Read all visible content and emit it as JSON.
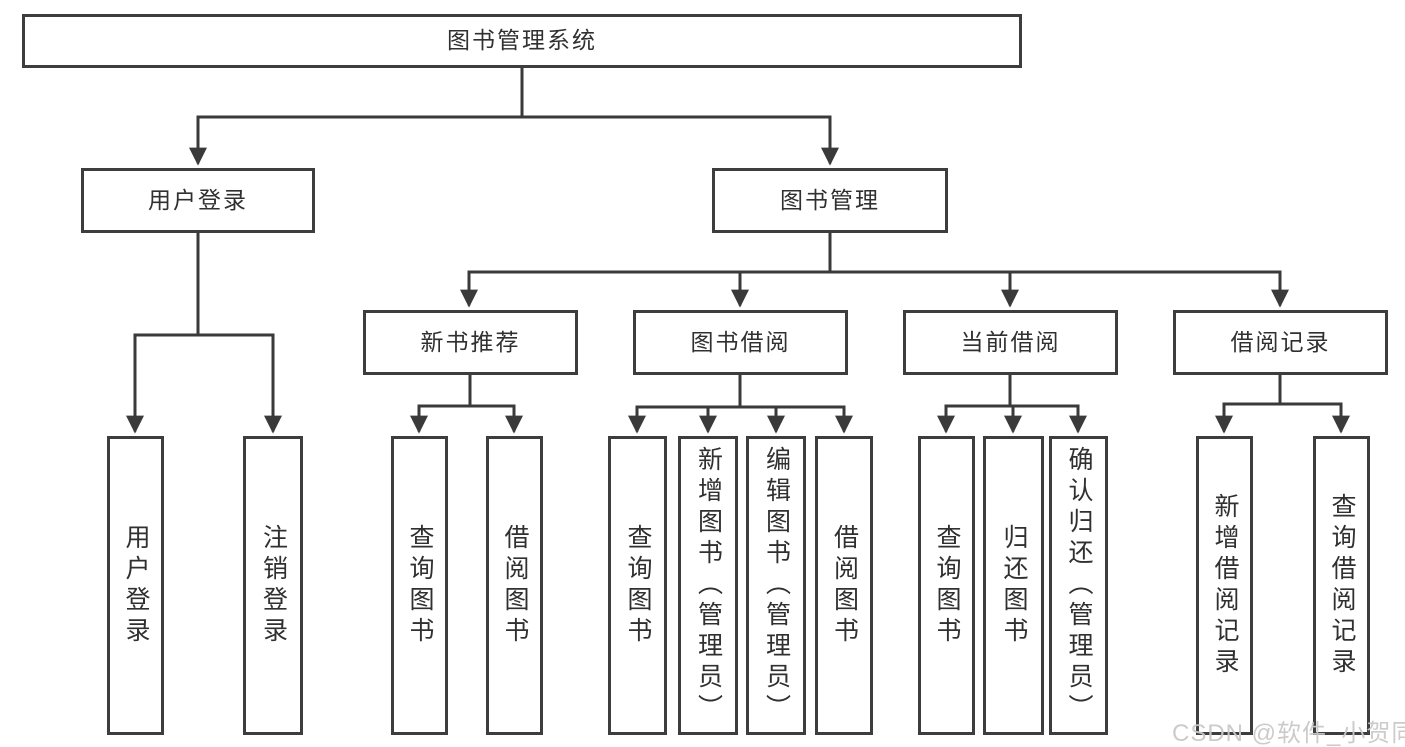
{
  "diagram": {
    "root": {
      "label": "图书管理系统"
    },
    "branches": [
      {
        "label": "用户登录",
        "children": [
          {
            "label": "用户登录"
          },
          {
            "label": "注销登录"
          }
        ]
      },
      {
        "label": "图书管理",
        "children": [
          {
            "label": "新书推荐",
            "children": [
              {
                "label": "查询图书"
              },
              {
                "label": "借阅图书"
              }
            ]
          },
          {
            "label": "图书借阅",
            "children": [
              {
                "label": "查询图书"
              },
              {
                "label": "新增图书（管理员）"
              },
              {
                "label": "编辑图书（管理员）"
              },
              {
                "label": "借阅图书"
              }
            ]
          },
          {
            "label": "当前借阅",
            "children": [
              {
                "label": "查询图书"
              },
              {
                "label": "归还图书"
              },
              {
                "label": "确认归还（管理员）"
              }
            ]
          },
          {
            "label": "借阅记录",
            "children": [
              {
                "label": "新增借阅记录"
              },
              {
                "label": "查询借阅记录"
              }
            ]
          }
        ]
      }
    ],
    "watermark": "CSDN @软件_小贺同学",
    "colors": {
      "line": "#3a3a3a",
      "box_border": "#3d3d3d",
      "box_fill": "#ffffff",
      "text": "#303030",
      "watermark": "#c8c8c8",
      "background": "#ffffff"
    }
  }
}
